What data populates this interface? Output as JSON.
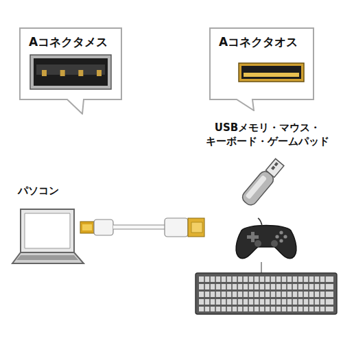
{
  "diagram": {
    "nodes": [
      {
        "text": [
          "Aコネクタメス"
        ]
      },
      {
        "text": [
          "Aコネクタオス"
        ]
      }
    ],
    "labels": [
      "USBメモリ・マウス・ キーボード・ゲームパッド",
      "パソコン"
    ]
  }
}
